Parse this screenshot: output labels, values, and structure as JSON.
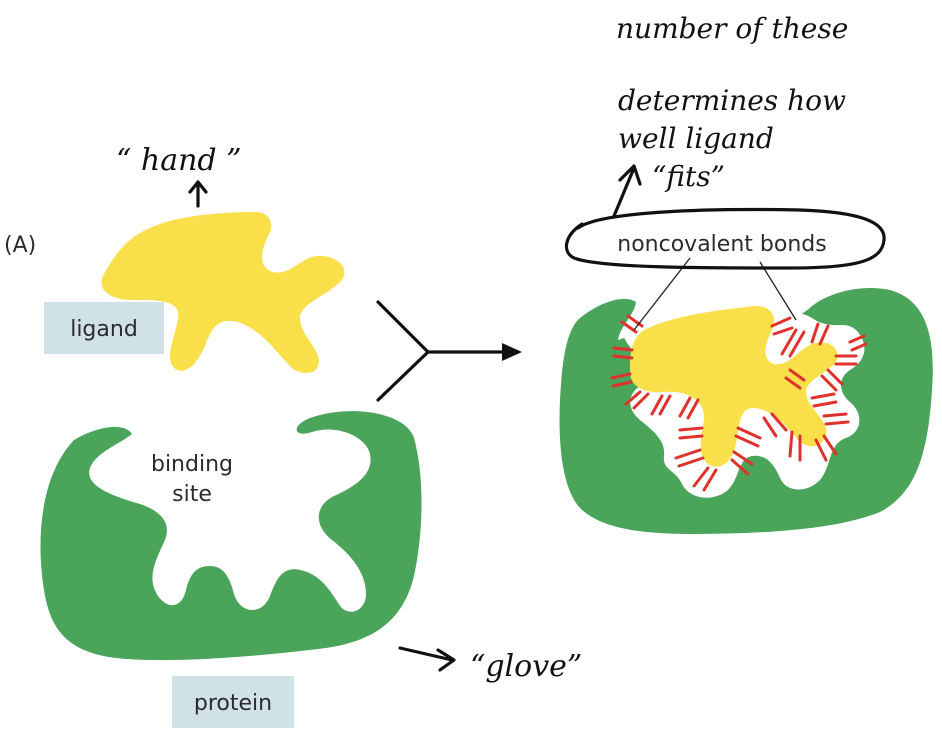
{
  "panel_label": "(A)",
  "labels": {
    "ligand": "ligand",
    "protein": "protein",
    "binding_site": [
      "binding",
      "site"
    ],
    "bonds": "noncovalent bonds"
  },
  "handwriting": {
    "hand": "“ hand ”",
    "glove": "“glove”",
    "note_lines": [
      "number of these",
      "determines how",
      "well ligand",
      "“fits”"
    ]
  },
  "colors": {
    "ligand": "#f9e04b",
    "protein": "#4aa45a",
    "label_box": "#d1e1e8",
    "bond": "#e0312c",
    "ink": "#111111"
  }
}
